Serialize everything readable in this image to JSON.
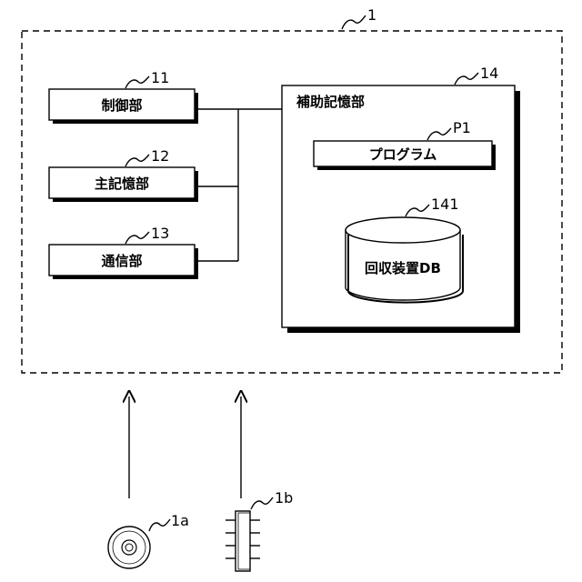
{
  "system": {
    "ref": "1"
  },
  "blocks": {
    "control": {
      "ref": "11",
      "label": "制御部"
    },
    "main_memory": {
      "ref": "12",
      "label": "主記憶部"
    },
    "communication": {
      "ref": "13",
      "label": "通信部"
    },
    "auxiliary_storage": {
      "ref": "14",
      "label": "補助記憶部"
    }
  },
  "program": {
    "ref": "P1",
    "label": "プログラム"
  },
  "database": {
    "ref": "141",
    "label": "回収装置DB"
  },
  "external": {
    "disc": {
      "ref": "1a"
    },
    "chip": {
      "ref": "1b"
    }
  }
}
